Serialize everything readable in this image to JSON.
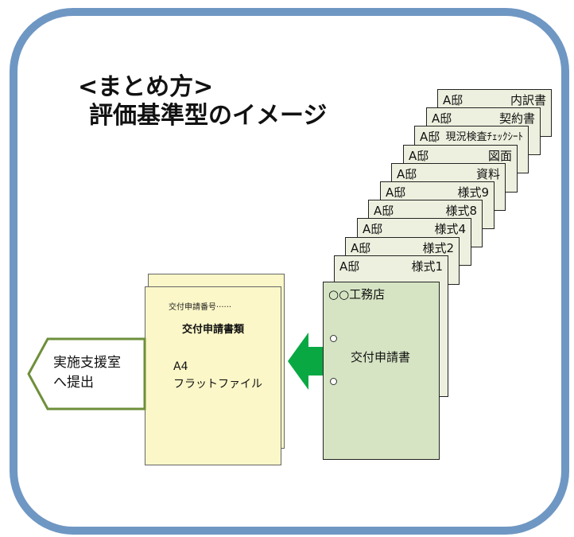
{
  "title": {
    "line1": "<まとめ方>",
    "line2": "評価基準型のイメージ"
  },
  "stack": [
    {
      "owner": "A邸",
      "doc": "内訳書"
    },
    {
      "owner": "A邸",
      "doc": "契約書"
    },
    {
      "owner": "A邸",
      "doc": "現況検査ﾁｪｯｸｼｰﾄ"
    },
    {
      "owner": "A邸",
      "doc": "図面"
    },
    {
      "owner": "A邸",
      "doc": "資料"
    },
    {
      "owner": "A邸",
      "doc": "様式9"
    },
    {
      "owner": "A邸",
      "doc": "様式8"
    },
    {
      "owner": "A邸",
      "doc": "様式4"
    },
    {
      "owner": "A邸",
      "doc": "様式2"
    },
    {
      "owner": "A邸",
      "doc": "様式1"
    }
  ],
  "front_doc": {
    "company": "○○工務店",
    "title": "交付申請書"
  },
  "file": {
    "number": "交付申請番号······",
    "kind": "交付申請書類",
    "size": "A4",
    "type": "フラットファイル"
  },
  "submit": {
    "line1": "実施支援室",
    "line2": "へ提出"
  },
  "colors": {
    "frame": "#6f97c3",
    "arrow": "#0aa843",
    "pentagon_border": "#6e8f3b",
    "front_doc": "#d6e4c4",
    "file": "#fbf7c8"
  }
}
